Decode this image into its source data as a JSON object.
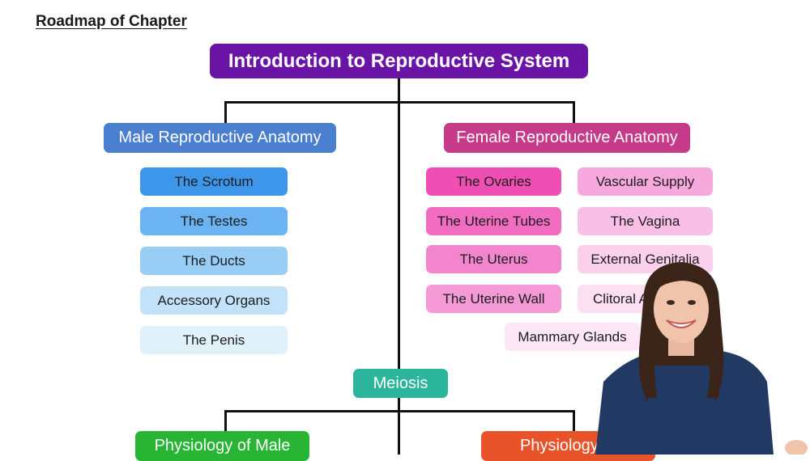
{
  "heading": "Roadmap of Chapter",
  "title": "Introduction to Reproductive System",
  "male": {
    "header": "Male  Reproductive Anatomy",
    "items": [
      "The Scrotum",
      "The Testes",
      "The Ducts",
      "Accessory Organs",
      "The Penis"
    ]
  },
  "female": {
    "header": "Female Reproductive Anatomy",
    "left_items": [
      "The Ovaries",
      "The Uterine Tubes",
      "The Uterus",
      "The Uterine Wall"
    ],
    "right_items": [
      "Vascular Supply",
      "The Vagina",
      "External Genitalia",
      "Clitoral A"
    ],
    "bottom_item": "Mammary Glands"
  },
  "meiosis": "Meiosis",
  "physiology_male": "Physiology of Male",
  "physiology_female": "Physiology of",
  "colors": {
    "title": "#6a14a6",
    "male_header": "#4a7fd0",
    "female_header": "#c53b8a",
    "meiosis": "#2bb59a",
    "physiology_male": "#27b533",
    "physiology_female": "#e9532a"
  }
}
